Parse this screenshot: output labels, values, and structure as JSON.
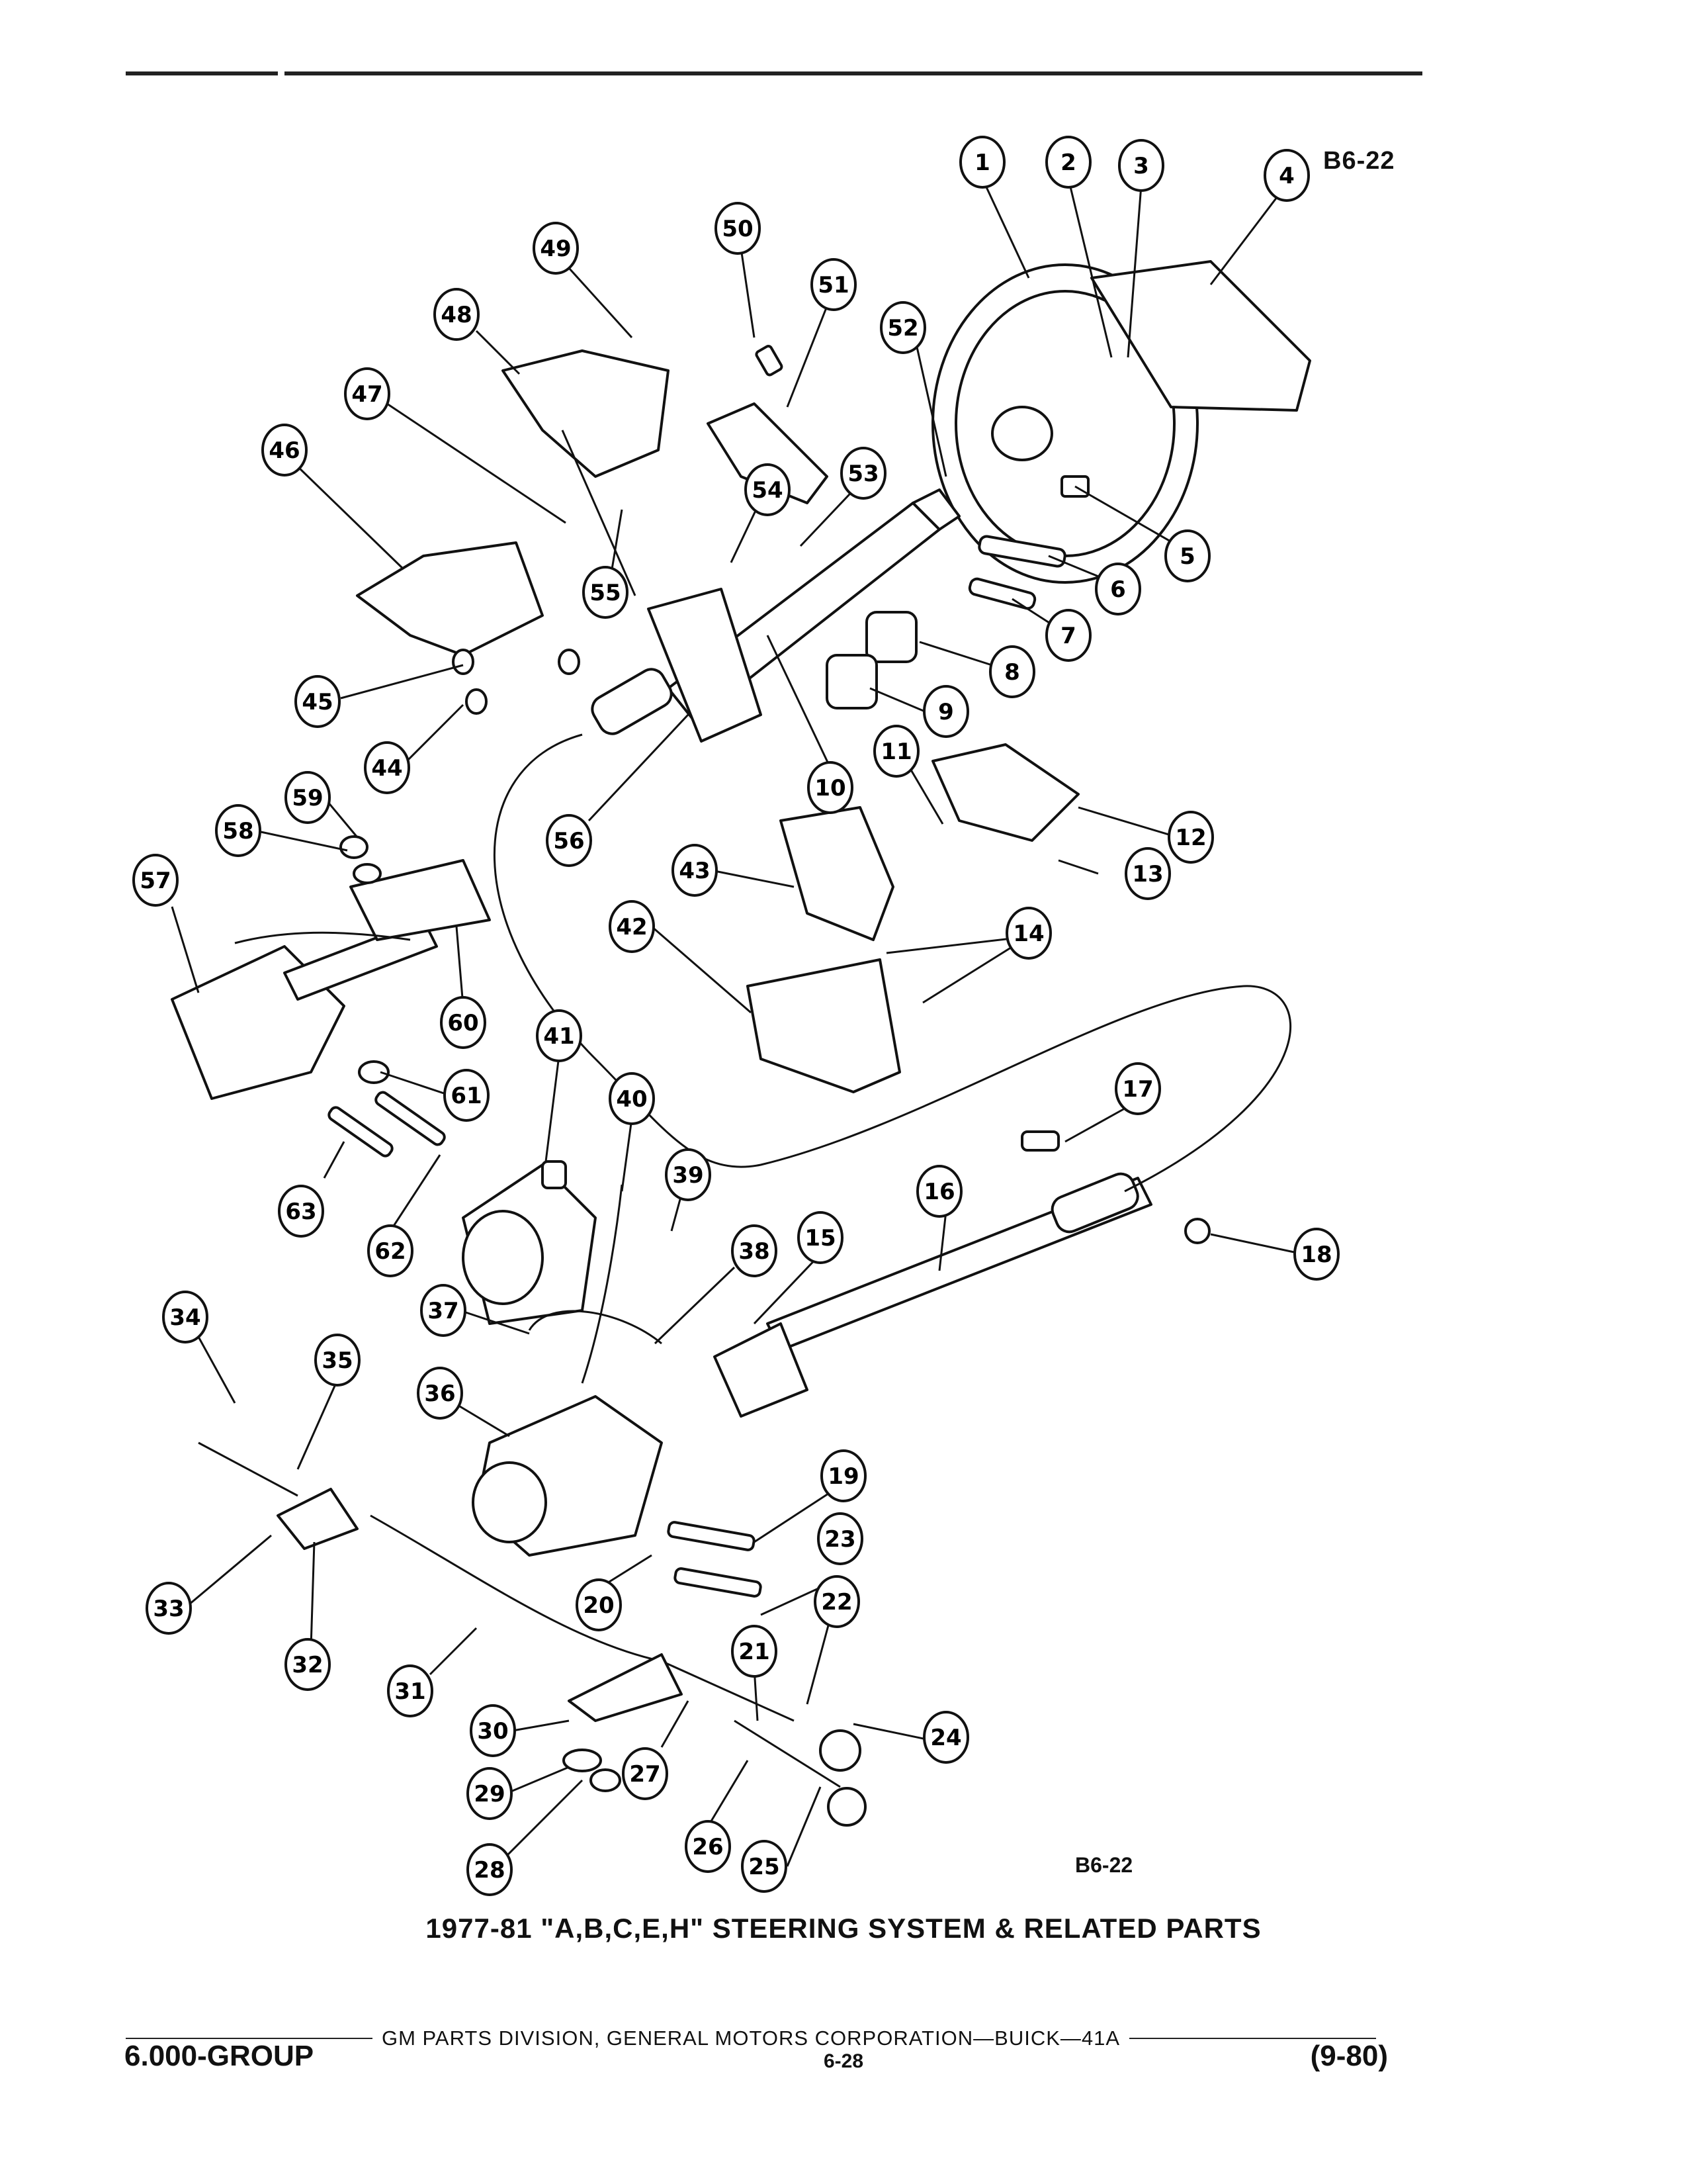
{
  "ref_code_top": "B6-22",
  "ref_code_bottom": "B6-22",
  "caption": "1977-81 \"A,B,C,E,H\" STEERING SYSTEM & RELATED PARTS",
  "footer": {
    "division": "GM PARTS DIVISION, GENERAL MOTORS CORPORATION—BUICK—41A",
    "group": "6.000-GROUP",
    "page": "6-28",
    "date": "(9-80)"
  },
  "callouts": [
    "1",
    "2",
    "3",
    "4",
    "5",
    "6",
    "7",
    "8",
    "9",
    "10",
    "11",
    "12",
    "13",
    "14",
    "15",
    "16",
    "17",
    "18",
    "19",
    "20",
    "21",
    "22",
    "23",
    "24",
    "25",
    "26",
    "27",
    "28",
    "29",
    "30",
    "31",
    "32",
    "33",
    "34",
    "35",
    "36",
    "37",
    "38",
    "39",
    "40",
    "41",
    "42",
    "43",
    "44",
    "45",
    "46",
    "47",
    "48",
    "49",
    "50",
    "51",
    "52",
    "53",
    "54",
    "55",
    "56",
    "57",
    "58",
    "59",
    "60",
    "61",
    "62",
    "63"
  ]
}
